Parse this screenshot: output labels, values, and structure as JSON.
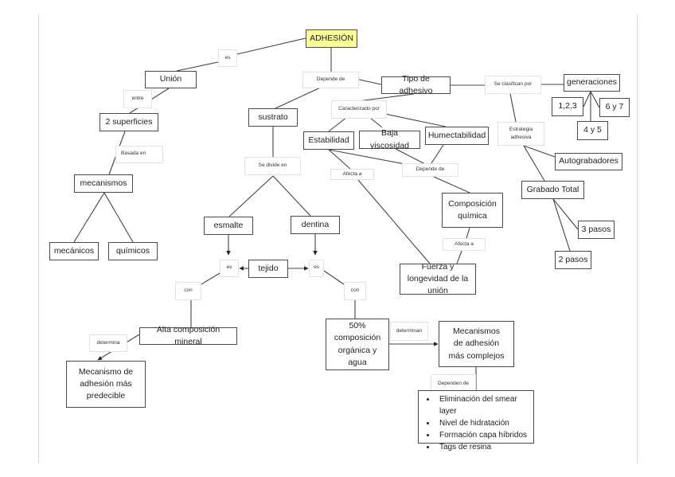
{
  "nodes": {
    "adhesion": "ADHESIÓN",
    "union": "Unión",
    "dos_superficies": "2 superficies",
    "mecanismos": "mecanismos",
    "mecanicos": "mecánicos",
    "quimicos": "químicos",
    "sustrato": "sustrato",
    "esmalte": "esmalte",
    "dentina": "dentina",
    "tejido": "tejido",
    "alta_composicion": "Alta composición mineral",
    "mecanismo_predecible": "Mecanismo de adhesión más predecible",
    "composicion_organica": "50% composición orgánica y agua",
    "mecanismos_complejos": "Mecanismos de adhesión más complejos",
    "factores": [
      "Eliminación del smear layer",
      "Nivel de hidratación",
      "Formación capa híbridos",
      "Tags de resina"
    ],
    "tipo_adhesivo": "Tipo de adhesivo",
    "generaciones": "generaciones",
    "gen_123": "1,2,3",
    "gen_67": "6 y 7",
    "gen_45": "4 y 5",
    "estabilidad": "Estabilidad",
    "baja_viscosidad": "Baja viscosidad",
    "humectabilidad": "Humectabilidad",
    "autograbadores": "Autograbadores",
    "grabado_total": "Grabado Total",
    "composicion_quimica": "Composición química",
    "fuerza_longevidad": "Fuerza y longevidad de la unión",
    "tres_pasos": "3 pasos",
    "dos_pasos": "2 pasos"
  },
  "links": {
    "es_top": "es",
    "entre": "entre",
    "basada_en": "Basada en",
    "depende_de_top": "Depende de",
    "se_divide_en": "Se divide en",
    "es_left": "es",
    "es_right": "es",
    "con_left": "con",
    "con_right": "con",
    "determina": "determina",
    "determinan": "determinan",
    "dependen_de": "Dependen de",
    "caracterizado_por": "Caracterizado por",
    "afecta_a_left": "Afecta a",
    "depende_de_mid": "Depende de",
    "afecta_a_right": "Afecta a",
    "se_clasifican_por": "Se clasifican por",
    "estrategia_adhesiva": "Estrategia adhesiva"
  },
  "colors": {
    "root_fill": "#ffff99",
    "box_border": "#4a4a4a"
  }
}
